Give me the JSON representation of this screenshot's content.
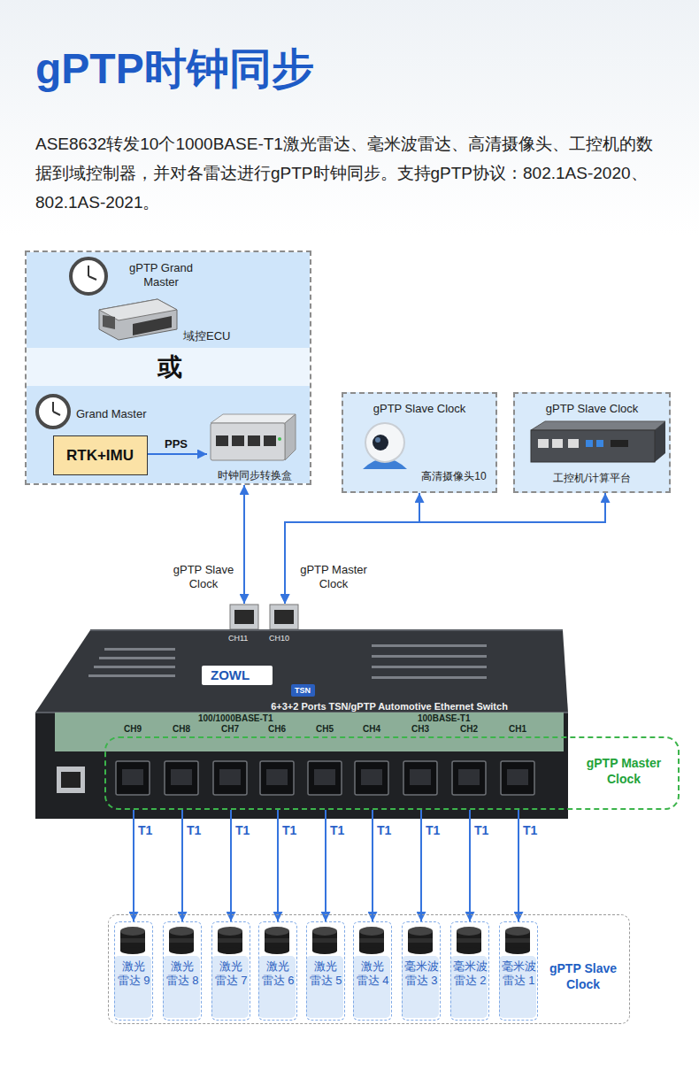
{
  "diagram": {
    "title": "gPTP时钟同步",
    "caption": "ASE8632转发10个1000BASE-T1激光雷达、毫米波雷达、高清摄像头、工控机的数据到域控制器，并对各雷达进行gPTP时钟同步。支持gPTP协议：802.1AS-2020、802.1AS-2021。",
    "nodes": [
      {
        "text": [
          "或"
        ]
      },
      {
        "text": [
          "gPTP Grand Master",
          "域控ECU"
        ],
        "in": 0
      },
      {
        "text": [
          "Grand Master"
        ],
        "in": 0
      },
      {
        "text": [
          "RTK+IMU"
        ],
        "in": 2
      },
      {
        "text": [
          "时钟同步转换盒"
        ],
        "in": 2
      },
      {
        "text": [
          "gPTP Slave Clock",
          "高清摄像头10"
        ]
      },
      {
        "text": [
          "gPTP Slave Clock",
          "工控机/计算平台"
        ]
      },
      {
        "text": [
          "6+3+2 Ports TSN/gPTP Automotive Ethernet Switch"
        ]
      },
      {
        "text": [
          "gPTP Master Clock"
        ]
      },
      {
        "text": [
          "gPTP Slave Clock"
        ]
      },
      {
        "text": [
          "激光 雷达 9"
        ],
        "in": 9
      },
      {
        "text": [
          "激光 雷达 8"
        ],
        "in": 9
      },
      {
        "text": [
          "激光 雷达 7"
        ],
        "in": 9
      },
      {
        "text": [
          "激光 雷达 6"
        ],
        "in": 9
      },
      {
        "text": [
          "激光 雷达 5"
        ],
        "in": 9
      },
      {
        "text": [
          "激光 雷达 4"
        ],
        "in": 9
      },
      {
        "text": [
          "毫米波 雷达 3"
        ],
        "in": 9
      },
      {
        "text": [
          "毫米波 雷达 2"
        ],
        "in": 9
      },
      {
        "text": [
          "毫米波 雷达 1"
        ],
        "in": 9
      }
    ],
    "edges": [
      {
        "from": 0,
        "to": 7,
        "arrow": "both",
        "label": "gPTP Slave Clock"
      },
      {
        "from": 3,
        "to": 4,
        "arrow": "to",
        "label": "PPS"
      },
      {
        "from": 5,
        "to": 7,
        "arrow": "both",
        "label": "gPTP Master Clock"
      },
      {
        "from": 6,
        "to": 7,
        "arrow": "both"
      },
      {
        "from": 8,
        "to": 10,
        "arrow": "to",
        "label": "T1"
      },
      {
        "from": 8,
        "to": 11,
        "arrow": "to",
        "label": "T1"
      },
      {
        "from": 8,
        "to": 12,
        "arrow": "to",
        "label": "T1"
      },
      {
        "from": 8,
        "to": 13,
        "arrow": "to",
        "label": "T1"
      },
      {
        "from": 8,
        "to": 14,
        "arrow": "to",
        "label": "T1"
      },
      {
        "from": 8,
        "to": 15,
        "arrow": "to",
        "label": "T1"
      },
      {
        "from": 8,
        "to": 16,
        "arrow": "to",
        "label": "T1"
      },
      {
        "from": 8,
        "to": 17,
        "arrow": "to",
        "label": "T1"
      },
      {
        "from": 8,
        "to": 18,
        "arrow": "to",
        "label": "T1"
      }
    ],
    "labels": [
      "ZOWL",
      "TSN",
      "100/1000BASE-T1",
      "100BASE-T1",
      "CH9",
      "CH8",
      "CH7",
      "CH6",
      "CH5",
      "CH4",
      "CH3",
      "CH2",
      "CH1",
      "CH11",
      "CH10"
    ]
  }
}
